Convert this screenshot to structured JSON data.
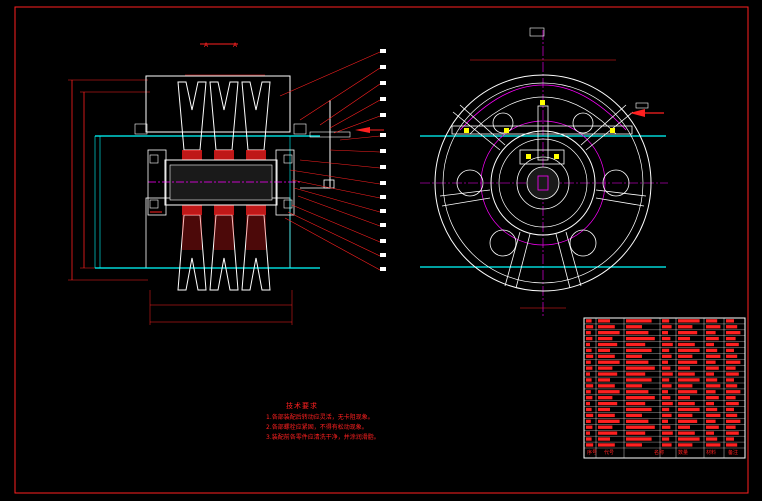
{
  "section_label_left": "A",
  "section_label_right": "A",
  "technical_requirements": {
    "title": "技术要求",
    "items": [
      "1.各部装配后转动应灵活，无卡阻现象。",
      "2.各部螺栓应紧固，不得有松动现象。",
      "3.装配前各零件应清洗干净，并涂润滑脂。"
    ]
  },
  "parts_table_footer": [
    "序号",
    "代号",
    "名称",
    "数量",
    "材料",
    "备注"
  ],
  "colors": {
    "background": "#000000",
    "outline": "#ffffff",
    "dimension": "#ff2020",
    "centerline": "#ff00ff",
    "support": "#00ffff",
    "accent": "#ffff00"
  }
}
